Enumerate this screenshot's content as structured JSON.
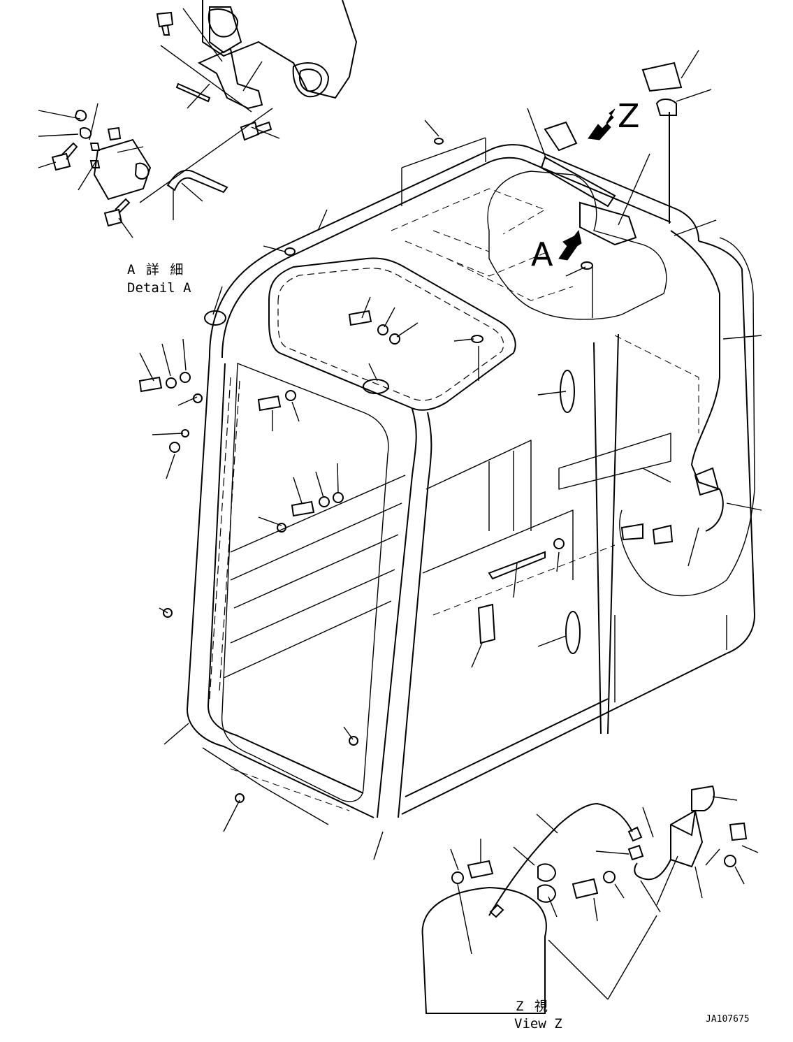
{
  "labels": {
    "detail_a_jp": "A 詳 細",
    "detail_a_en": "Detail A",
    "view_z_jp": "Z 視",
    "view_z_en": "View Z",
    "drawing_id": "JA107675",
    "view_marker_z": "Z",
    "view_marker_a": "A"
  },
  "colors": {
    "line": "#000000",
    "background": "#ffffff"
  }
}
